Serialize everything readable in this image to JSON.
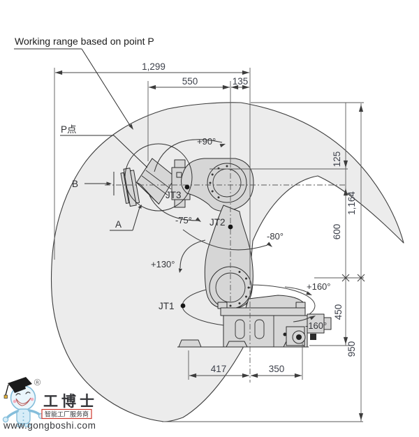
{
  "title": "Working range based on point P",
  "dimensions": {
    "overall_width": "1,299",
    "upper_reach": "550",
    "wrist_to_axis": "135",
    "wrist_offset": "125",
    "reach_height": "1,164",
    "upper_height": "600",
    "base_height": "450",
    "below_base_reach": "950",
    "rear_reach": "417",
    "front_reach": "350"
  },
  "point_labels": {
    "p_point": "P点",
    "detail_a": "A",
    "detail_b": "B"
  },
  "joints": {
    "jt1": "JT1",
    "jt2": "JT2",
    "jt3": "JT3"
  },
  "angles": {
    "jt3_plus": "+90°",
    "jt3_minus": "-75°",
    "jt2_minus": "-80°",
    "jt2_plus": "+130°",
    "jt1_plus": "+160°",
    "jt1_minus": "-160°"
  },
  "logo": {
    "brand": "工博士",
    "registered": "R",
    "tagline": "智能工厂服务商",
    "website": "www.gongboshi.com"
  },
  "colors": {
    "envelope_fill": "#ececec",
    "envelope_stroke": "#3c3c3c",
    "line": "#4a4a4a",
    "robot_fill": "#d6d6d6",
    "logo_red": "#cf3a30",
    "logo_gray": "#969696",
    "logo_blue": "#85bedb"
  }
}
